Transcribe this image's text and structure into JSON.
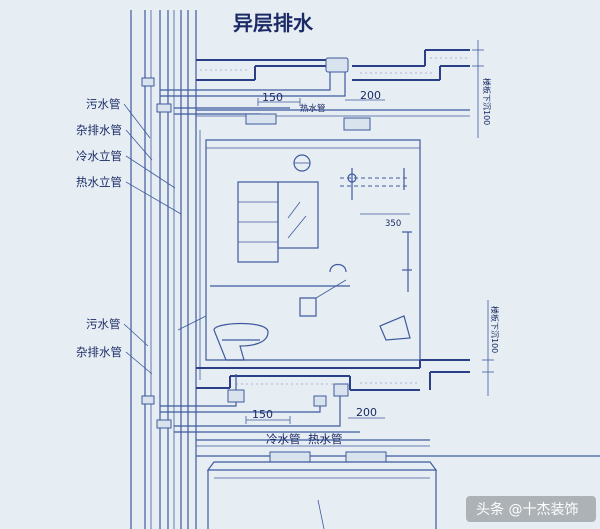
{
  "title": "异层排水",
  "labels": {
    "upper_sewage": "污水管",
    "upper_misc": "杂排水管",
    "cold_riser": "冷水立管",
    "hot_riser": "热水立管",
    "lower_sewage": "污水管",
    "lower_misc": "杂排水管",
    "cold_pipe": "冷水管",
    "hot_pipe": "热水管",
    "upper_heat_tag": "热水管",
    "dim_upper_150": "150",
    "dim_upper_200": "200",
    "dim_lower_150": "150",
    "dim_lower_200": "200",
    "dim_350": "350",
    "floor_note_upper": "楼板下沉100",
    "floor_note_lower": "楼板下沉100"
  },
  "watermark": "头条 @十杰装饰",
  "colors": {
    "background": "#e6eef3",
    "line": "#3f5a9e",
    "text": "#1b2a66"
  }
}
